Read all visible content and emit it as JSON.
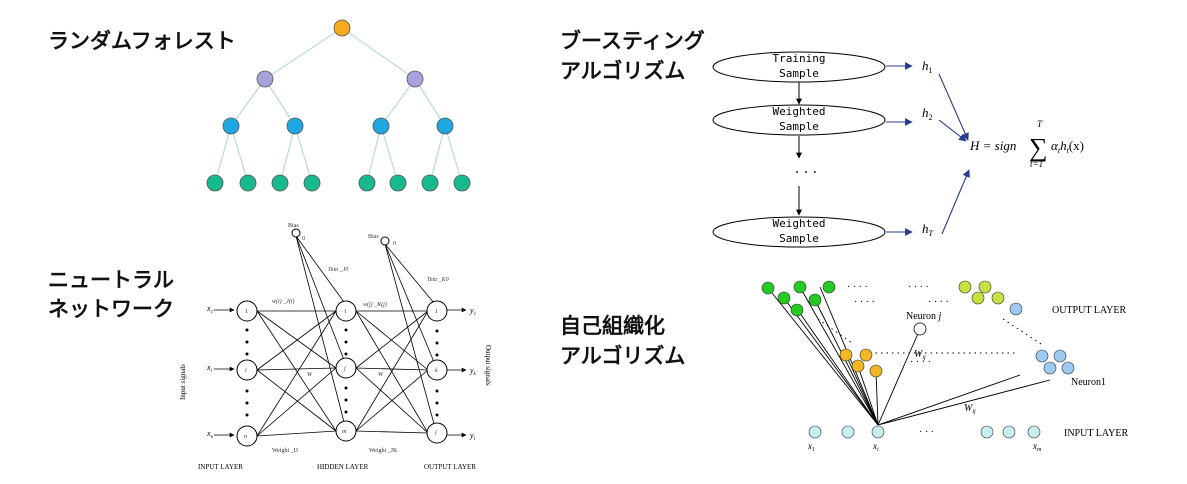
{
  "titles": {
    "random_forest": "ランダムフォレスト",
    "boosting_1": "ブースティング",
    "boosting_2": "アルゴリズム",
    "neural_1": "ニュートラル",
    "neural_2": "ネットワーク",
    "som_1": "自己組織化",
    "som_2": "アルゴリズム"
  },
  "colors": {
    "root": "#f4ac1c",
    "level1": "#a8a2dc",
    "level2": "#1ea8e2",
    "leaf": "#18b98c",
    "edge": "#b6ddd6",
    "arrow": "#283d8c",
    "som_green": "#22cc22",
    "som_yellow_green": "#c8e040",
    "som_orange": "#f2b824",
    "som_blue": "#9ccaf0",
    "som_input": "#c8eef2"
  },
  "boosting": {
    "sample_1": [
      "Training",
      "Sample"
    ],
    "sample_2": [
      "Weighted",
      "Sample"
    ],
    "sample_3": [
      "Weighted",
      "Sample"
    ],
    "ellipsis": "· · ·",
    "h1": "h",
    "h1_sub": "1",
    "h2": "h",
    "h2_sub": "2",
    "hT": "h",
    "hT_sub": "T",
    "formula_lhs": "H = sign",
    "sum_top": "T",
    "sum_bottom": "t=1",
    "formula_term": "α",
    "formula_term_sub": "t",
    "formula_rest": "h",
    "formula_rest_sub": "t",
    "formula_arg": "(x)"
  },
  "neural": {
    "bias_1": "Bias",
    "bias_1_val": "0",
    "bias_2": "Bias",
    "bias_2_val": "0",
    "teta_j0": "Teta _J0",
    "teta_k0": "Teta _K0",
    "w_ij_label": "w(i) _J(i)",
    "w_jk_label": "w(j) _K(j)",
    "input_signals": "Input signals",
    "output_signals": "Output signals",
    "x1": "x",
    "x1_sub": "1",
    "xi": "x",
    "xi_sub": "i",
    "xn": "x",
    "xn_sub": "n",
    "y1": "y",
    "y1_sub": "1",
    "yk": "y",
    "yk_sub": "k",
    "yl": "y",
    "yl_sub": "l",
    "in_1": "1",
    "in_i": "i",
    "in_n": "n",
    "hid_1": "1",
    "hid_j": "j",
    "hid_m": "m",
    "out_1": "1",
    "out_k": "k",
    "out_l": "l",
    "w_ij": "W",
    "w_ij2": "W",
    "weight_ij": "Weight _IJ",
    "weight_jk": "Weight _JK",
    "input_layer": "INPUT LAYER",
    "hidden_layer": "HIDDEN LAYER",
    "output_layer": "OUTPUT LAYER"
  },
  "som": {
    "output_layer": "OUTPUT LAYER",
    "input_layer": "INPUT LAYER",
    "neuron_j": "Neuron ",
    "neuron_j_italic": "j",
    "neuron_1": "Neuron1",
    "wij": "W",
    "wij_sub": "ij",
    "wij2": "W",
    "wij2_sub": "ij",
    "x1": "x",
    "x1_sub": "1",
    "xi": "x",
    "xi_sub": "i",
    "xn": "x",
    "xn_sub": "m",
    "dots": "· · · ·",
    "dots_in": "· · ·"
  }
}
